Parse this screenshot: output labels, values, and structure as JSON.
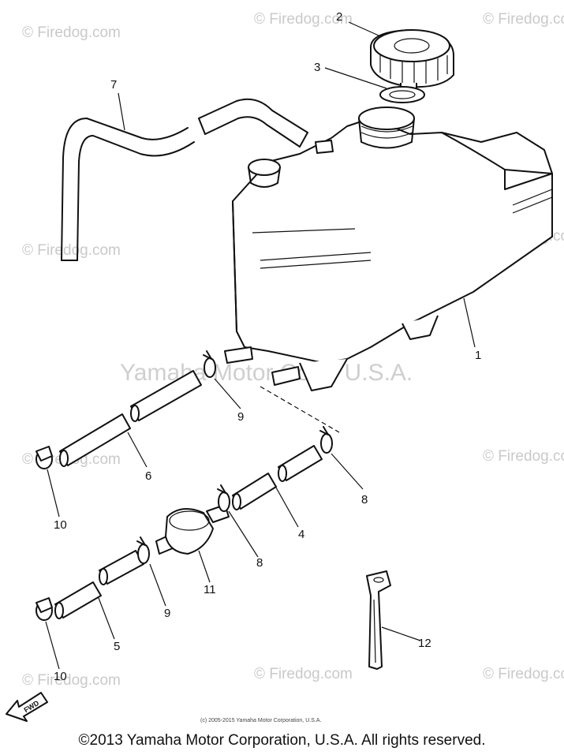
{
  "watermark": {
    "site": "© Firedog.com",
    "center": "Yamaha Motor Corp, U.S.A."
  },
  "labels": {
    "p1": "1",
    "p2": "2",
    "p3": "3",
    "p4": "4",
    "p5": "5",
    "p6": "6",
    "p7": "7",
    "p8a": "8",
    "p8b": "8",
    "p9a": "9",
    "p9b": "9",
    "p10a": "10",
    "p10b": "10",
    "p11": "11",
    "p12": "12"
  },
  "arrow_label": "FWD",
  "small_copyright": "(c) 2005-2015 Yamaha Motor Corporation, U.S.A.",
  "copyright": "©2013 Yamaha Motor Corporation, U.S.A. All rights reserved."
}
